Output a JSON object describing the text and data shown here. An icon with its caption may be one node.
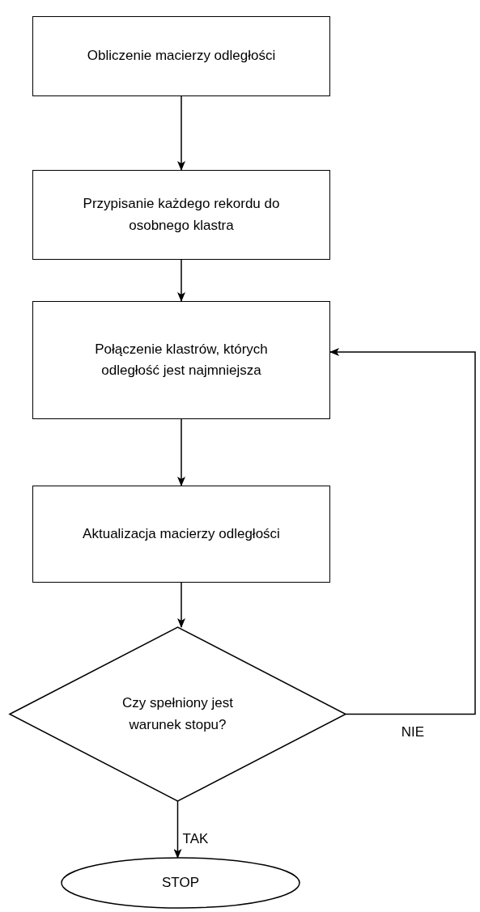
{
  "diagram": {
    "nodes": [
      {
        "text": [
          "Obliczenie macierzy odległości"
        ]
      },
      {
        "text": [
          "Przypisanie każdego rekordu do osobnego klastra"
        ]
      },
      {
        "text": [
          "Połączenie klastrów, których odległość jest najmniejsza"
        ]
      },
      {
        "text": [
          "Aktualizacja macierzy odległości"
        ]
      },
      {
        "text": [
          "Czy spełniony jest warunek stopu?"
        ]
      },
      {
        "text": [
          "STOP"
        ]
      }
    ],
    "edges": [
      {
        "from": 0,
        "to": 1,
        "arrow": "to"
      },
      {
        "from": 1,
        "to": 2,
        "arrow": "to"
      },
      {
        "from": 2,
        "to": 3,
        "arrow": "to"
      },
      {
        "from": 3,
        "to": 4,
        "arrow": "to"
      },
      {
        "from": 4,
        "to": 2,
        "arrow": "to",
        "label": "NIE"
      },
      {
        "from": 4,
        "to": 5,
        "arrow": "to",
        "label": "TAK"
      }
    ]
  }
}
